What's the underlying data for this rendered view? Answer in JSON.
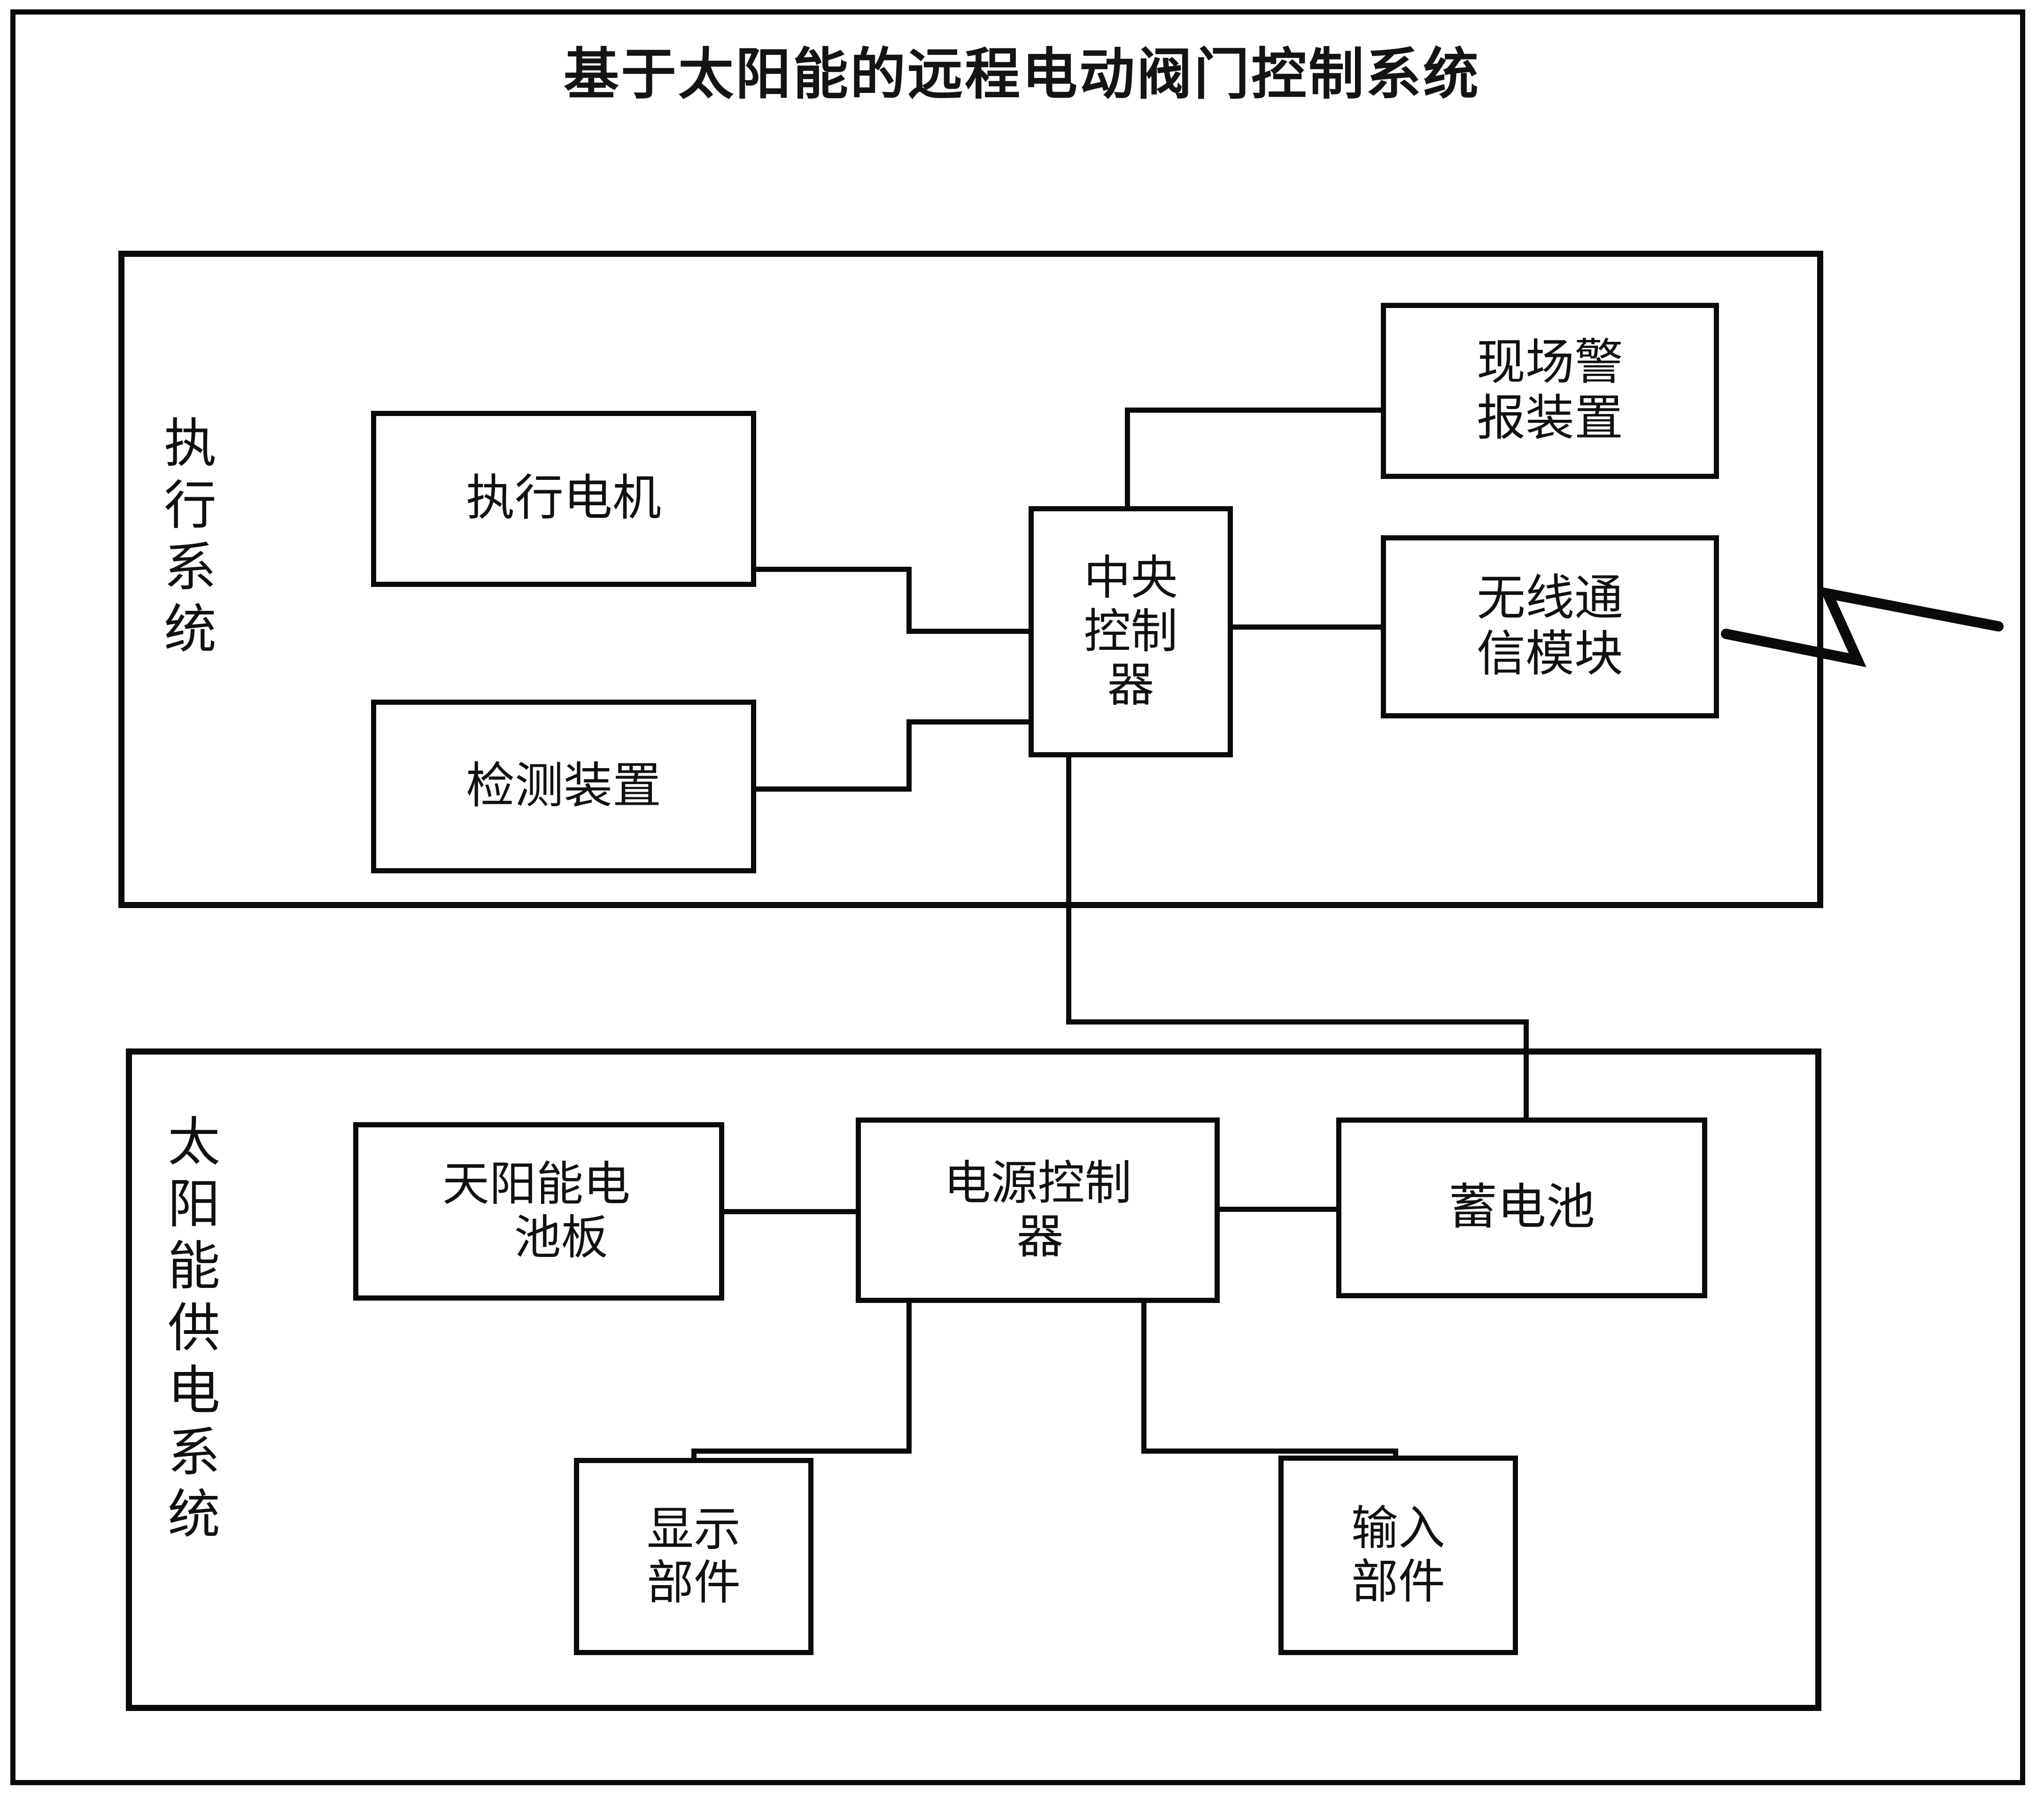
{
  "title": "基于太阳能的远程电动阀门控制系统",
  "subsystems": [
    {
      "id": "execution",
      "label": "执行系统",
      "label_chars": [
        "执",
        "行",
        "系",
        "统"
      ]
    },
    {
      "id": "power",
      "label": "太阳能供电系统",
      "label_chars": [
        "太",
        "阳",
        "能",
        "供",
        "电",
        "系",
        "统"
      ]
    }
  ],
  "nodes": {
    "motor": {
      "text": "执行电机",
      "lines": [
        "执行电机"
      ]
    },
    "detector": {
      "text": "检测装置",
      "lines": [
        "检测装置"
      ]
    },
    "controller": {
      "text": "中央控制器",
      "lines": [
        "中央",
        "控制",
        "器"
      ]
    },
    "alarm": {
      "text": "现场警报装置",
      "lines": [
        "现场警",
        "报装置"
      ]
    },
    "wireless": {
      "text": "无线通信模块",
      "lines": [
        "无线通",
        "信模块"
      ]
    },
    "solar_panel": {
      "text": "天阳能电池板",
      "lines": [
        "天阳能电",
        "池板"
      ]
    },
    "power_ctrl": {
      "text": "电源控制器",
      "lines": [
        "电源控制",
        "器"
      ]
    },
    "battery": {
      "text": "蓄电池",
      "lines": [
        "蓄电池"
      ]
    },
    "display": {
      "text": "显示部件",
      "lines": [
        "显示",
        "部件"
      ]
    },
    "input": {
      "text": "输入部件",
      "lines": [
        "输入",
        "部件"
      ]
    }
  },
  "icons": {
    "antenna": "rf-signal-icon"
  },
  "colors": {
    "line": "#0a0a0a",
    "text": "#111111",
    "background": "#ffffff"
  },
  "connections": [
    {
      "from": "motor",
      "to": "controller",
      "label": ""
    },
    {
      "from": "detector",
      "to": "controller",
      "label": ""
    },
    {
      "from": "controller",
      "to": "alarm",
      "label": ""
    },
    {
      "from": "controller",
      "to": "wireless",
      "label": ""
    },
    {
      "from": "wireless",
      "to": "antenna",
      "label": ""
    },
    {
      "from": "controller",
      "to": "battery",
      "label": ""
    },
    {
      "from": "solar_panel",
      "to": "power_ctrl",
      "label": ""
    },
    {
      "from": "power_ctrl",
      "to": "battery",
      "label": ""
    },
    {
      "from": "power_ctrl",
      "to": "display",
      "label": ""
    },
    {
      "from": "power_ctrl",
      "to": "input",
      "label": ""
    }
  ]
}
